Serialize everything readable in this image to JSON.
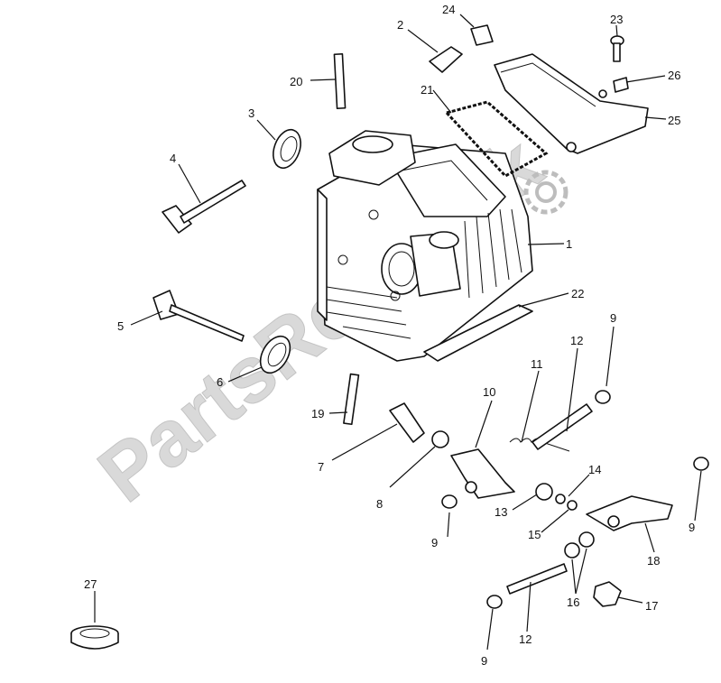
{
  "watermark": "PartsRepublik",
  "callouts": [
    "1",
    "2",
    "3",
    "4",
    "5",
    "6",
    "7",
    "8",
    "9",
    "10",
    "11",
    "12",
    "13",
    "14",
    "15",
    "16",
    "17",
    "18",
    "19",
    "20",
    "21",
    "22",
    "23",
    "24",
    "25",
    "26",
    "27"
  ],
  "label_numbers": {
    "n1": "1",
    "n2": "2",
    "n3": "3",
    "n4": "4",
    "n5": "5",
    "n6": "6",
    "n7": "7",
    "n8": "8",
    "n9": "9",
    "n10": "10",
    "n11": "11",
    "n12": "12",
    "n13": "13",
    "n14": "14",
    "n15": "15",
    "n16": "16",
    "n17": "17",
    "n18": "18",
    "n19": "19",
    "n20": "20",
    "n21": "21",
    "n22": "22",
    "n23": "23",
    "n24": "24",
    "n25": "25",
    "n26": "26",
    "n27": "27"
  }
}
